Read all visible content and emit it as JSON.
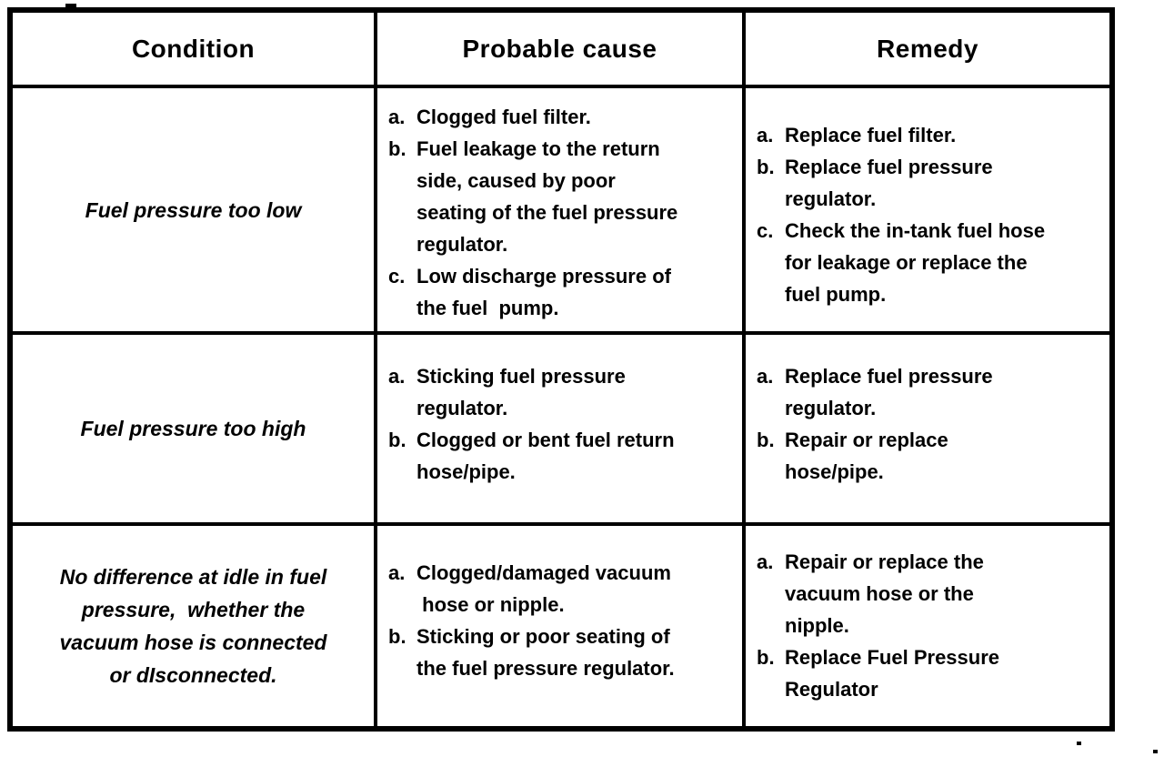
{
  "table": {
    "headers": [
      "Condition",
      "Probable cause",
      "Remedy"
    ],
    "rows": [
      {
        "condition": "Fuel pressure too low",
        "causes": [
          {
            "label": "a.",
            "text": "Clogged fuel filter."
          },
          {
            "label": "b.",
            "text": "Fuel leakage to the return\nside, caused by poor\nseating of the fuel pressure\nregulator."
          },
          {
            "label": "c.",
            "text": "Low discharge pressure of\nthe fuel  pump."
          }
        ],
        "remedies": [
          {
            "label": "a.",
            "text": "Replace fuel filter."
          },
          {
            "label": "b.",
            "text": "Replace fuel pressure\nregulator."
          },
          {
            "label": "c.",
            "text": "Check the in-tank fuel hose\nfor leakage or replace the\nfuel pump."
          }
        ]
      },
      {
        "condition": "Fuel pressure too high",
        "causes": [
          {
            "label": "a.",
            "text": "Sticking fuel pressure\nregulator."
          },
          {
            "label": "b.",
            "text": "Clogged or bent fuel return\nhose/pipe."
          }
        ],
        "remedies": [
          {
            "label": "a.",
            "text": "Replace fuel pressure\nregulator."
          },
          {
            "label": "b.",
            "text": "Repair or replace\nhose/pipe."
          }
        ]
      },
      {
        "condition": "No difference at idle in fuel\npressure,  whether the\nvacuum hose is connected\nor dIsconnected.",
        "causes": [
          {
            "label": "a.",
            "text": "Clogged/damaged vacuum\n hose or nipple."
          },
          {
            "label": "b.",
            "text": "Sticking or poor seating of\nthe fuel pressure regulator."
          }
        ],
        "remedies": [
          {
            "label": "a.",
            "text": "Repair or replace the\nvacuum hose or the\nnipple."
          },
          {
            "label": "b.",
            "text": "Replace Fuel Pressure\nRegulator"
          }
        ]
      }
    ]
  }
}
